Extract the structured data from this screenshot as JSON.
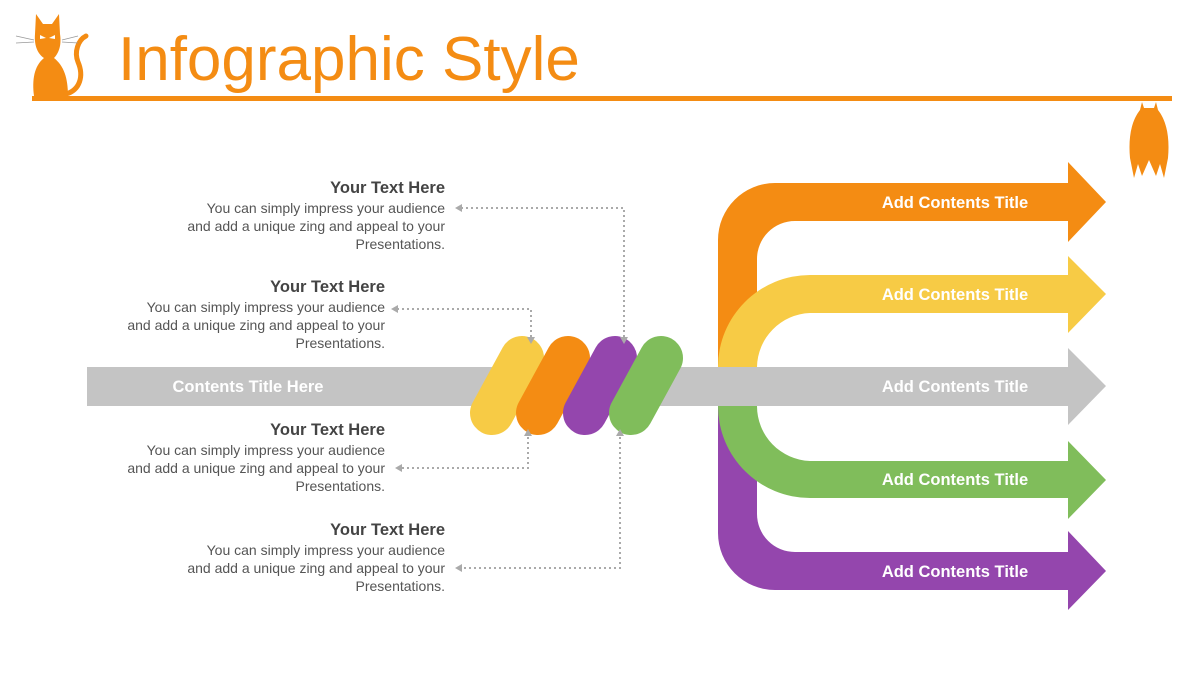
{
  "header": {
    "title": "Infographic Style",
    "accent_color": "#F48C13",
    "icons": [
      "cat-icon",
      "bat-icon"
    ]
  },
  "center_bar": {
    "label": "Contents Title Here",
    "color": "#C4C4C4"
  },
  "text_blocks": [
    {
      "title": "Your Text Here",
      "body": [
        "You can simply impress your audience",
        "and add a unique zing and appeal to your",
        "Presentations."
      ]
    },
    {
      "title": "Your Text Here",
      "body": [
        "You can simply impress your audience",
        "and add a unique zing and appeal to your",
        "Presentations."
      ]
    },
    {
      "title": "Your Text Here",
      "body": [
        "You can simply impress your audience",
        "and add a unique zing and appeal to your",
        "Presentations."
      ]
    },
    {
      "title": "Your Text Here",
      "body": [
        "You can simply impress your audience",
        "and add a unique zing and appeal to your",
        "Presentations."
      ]
    }
  ],
  "arrows": [
    {
      "label": "Add Contents Title",
      "color": "#F48C13"
    },
    {
      "label": "Add Contents Title",
      "color": "#F7CB45"
    },
    {
      "label": "Add Contents Title",
      "color": "#C4C4C4"
    },
    {
      "label": "Add Contents Title",
      "color": "#80BD5B"
    },
    {
      "label": "Add Contents Title",
      "color": "#9446AD"
    }
  ],
  "pills": [
    {
      "color": "#F7CB45"
    },
    {
      "color": "#F48C13"
    },
    {
      "color": "#9446AD"
    },
    {
      "color": "#80BD5B"
    }
  ]
}
